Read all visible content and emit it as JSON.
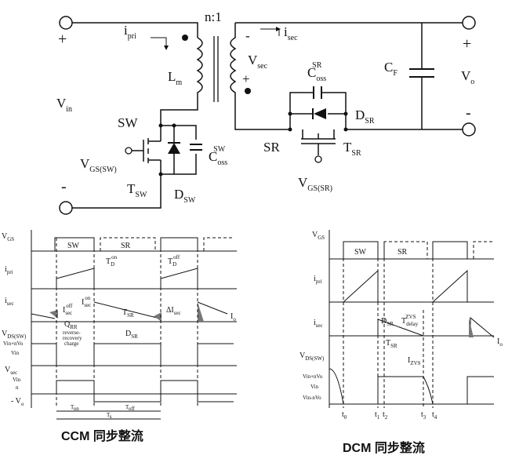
{
  "schematic": {
    "plus_in": "+",
    "minus_in": "-",
    "vin": "V",
    "vin_sub": "in",
    "ipri": "i",
    "ipri_sub": "pri",
    "ratio": "n:1",
    "lm": "L",
    "lm_sub": "m",
    "isec": "i",
    "isec_sub": "sec",
    "vsec": "V",
    "vsec_sub": "sec",
    "vsec_plus": "+",
    "vsec_minus": "-",
    "coss_sr": "C",
    "coss_sr_sub": "oss",
    "coss_sr_sup": "SR",
    "cf": "C",
    "cf_sub": "F",
    "vo": "V",
    "vo_sub": "o",
    "plus_out": "+",
    "minus_out": "-",
    "dsr": "D",
    "dsr_sub": "SR",
    "sw": "SW",
    "sr": "SR",
    "tsr": "T",
    "tsr_sub": "SR",
    "vgs_sw": "V",
    "vgs_sw_sub": "GS(SW)",
    "coss_sw": "C",
    "coss_sw_sub": "oss",
    "coss_sw_sup": "SW",
    "tsw": "T",
    "tsw_sub": "SW",
    "dsw": "D",
    "dsw_sub": "SW",
    "vgs_sr": "V",
    "vgs_sr_sub": "GS(SR)"
  },
  "ccm": {
    "caption": "CCM 同步整流",
    "rows": {
      "vgs": "V",
      "vgs_sub": "GS",
      "ipri": "i",
      "ipri_sub": "pri",
      "isec": "i",
      "isec_sub": "sec",
      "vds": "V",
      "vds_sub": "DS(SW)",
      "vinnvo": "V",
      "vinnvo_sub": "in",
      "vinnvo_plus": "+nV",
      "vinnvo_sub2": "o",
      "vin": "V",
      "vin_sub": "in",
      "vsec": "V",
      "vsec_sub": "sec",
      "vin_n": "V",
      "vin_n_sub": "in",
      "vin_n_den": "n",
      "neg_vo": "- V",
      "neg_vo_sub": "o"
    },
    "labels": {
      "sw": "SW",
      "sr": "SR",
      "td1": "T",
      "td1_sub": "D",
      "td1_sup": "on",
      "td2": "T",
      "td2_sub": "D",
      "td2_sup": "off",
      "isec_off": "I",
      "isec_off_sub": "sec",
      "isec_off_sup": "off",
      "isec_on": "I",
      "isec_on_sub": "sec",
      "isec_on_sup": "on",
      "tsr": "T",
      "tsr_sub": "SR",
      "delta_i": "ΔI",
      "delta_i_sub": "sec",
      "io": "I",
      "io_sub": "o",
      "qrr": "Q",
      "qrr_sub": "RR",
      "rr1": "reverse-",
      "rr2": "recovery",
      "rr3": "charge",
      "dsr": "D",
      "dsr_sub": "SR",
      "ton": "T",
      "ton_sub": "on",
      "toff": "T",
      "toff_sub": "off",
      "ts": "T",
      "ts_sub": "s"
    }
  },
  "dcm": {
    "caption": "DCM 同步整流",
    "rows": {
      "vgs": "V",
      "vgs_sub": "GS",
      "ipri": "i",
      "ipri_sub": "pri",
      "isec": "i",
      "isec_sub": "sec",
      "vds": "V",
      "vds_sub": "DS(SW)",
      "vinnvo": "V",
      "vinnvo_sub": "in",
      "vinnvo_plus": "+nV",
      "vinnvo_sub2": "o",
      "vin": "V",
      "vin_sub": "in",
      "vinmnvo": "V",
      "vinmnvo_sub": "in",
      "vinmnvo_minus": "-nV",
      "vinmnvo_sub2": "o"
    },
    "labels": {
      "sw": "SW",
      "sr": "SR",
      "dsr": "D",
      "dsr_sub": "SR",
      "tdelay": "T",
      "tdelay_sub": "delay",
      "tdelay_sup": "ZVS",
      "tsr": "T",
      "tsr_sub": "SR",
      "io": "I",
      "io_sub": "o",
      "izvs": "I",
      "izvs_sub": "ZVS",
      "t0": "t",
      "t0_sub": "0",
      "t12": "t",
      "t12_sub": "1",
      "t2": "t",
      "t2_sub": "2",
      "t3": "t",
      "t3_sub": "3",
      "t4": "t",
      "t4_sub": "4"
    }
  }
}
